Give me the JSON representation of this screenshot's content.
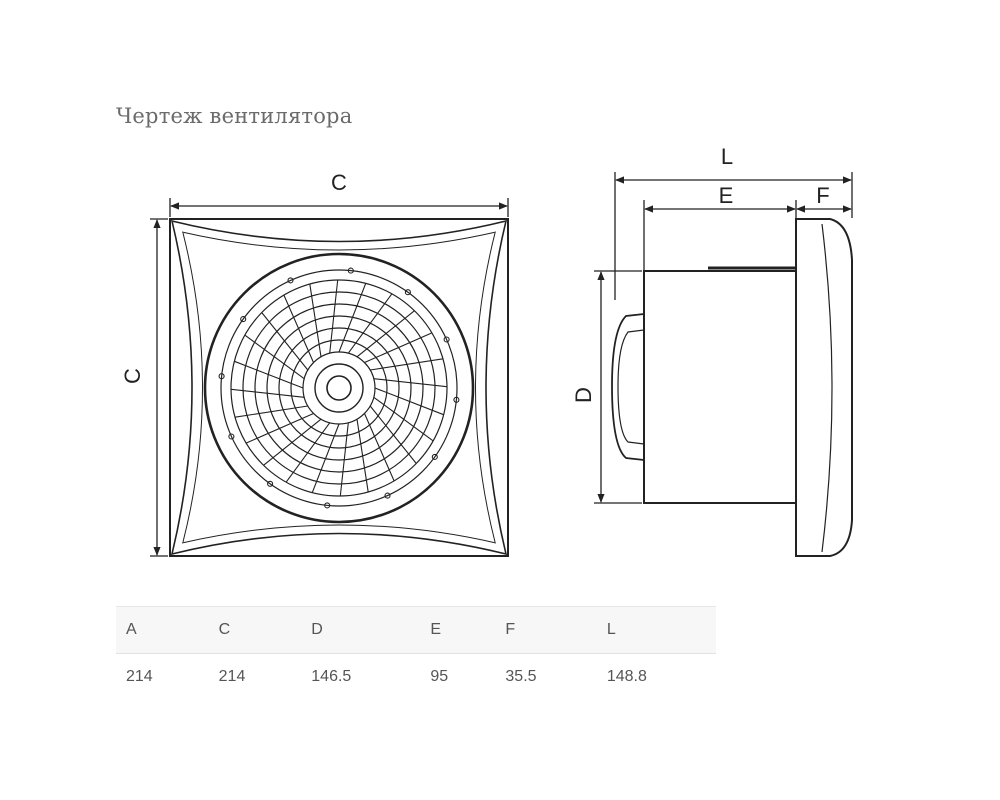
{
  "title": "Чертеж вентилятора",
  "front_view": {
    "width_label": "C",
    "height_label": "C"
  },
  "side_view": {
    "total_depth_label": "L",
    "body_depth_label": "E",
    "panel_depth_label": "F",
    "body_diameter_label": "D"
  },
  "dimensions_table": {
    "headers": [
      "A",
      "C",
      "D",
      "E",
      "F",
      "L"
    ],
    "values": [
      "214",
      "214",
      "146.5",
      "95",
      "35.5",
      "148.8"
    ]
  }
}
